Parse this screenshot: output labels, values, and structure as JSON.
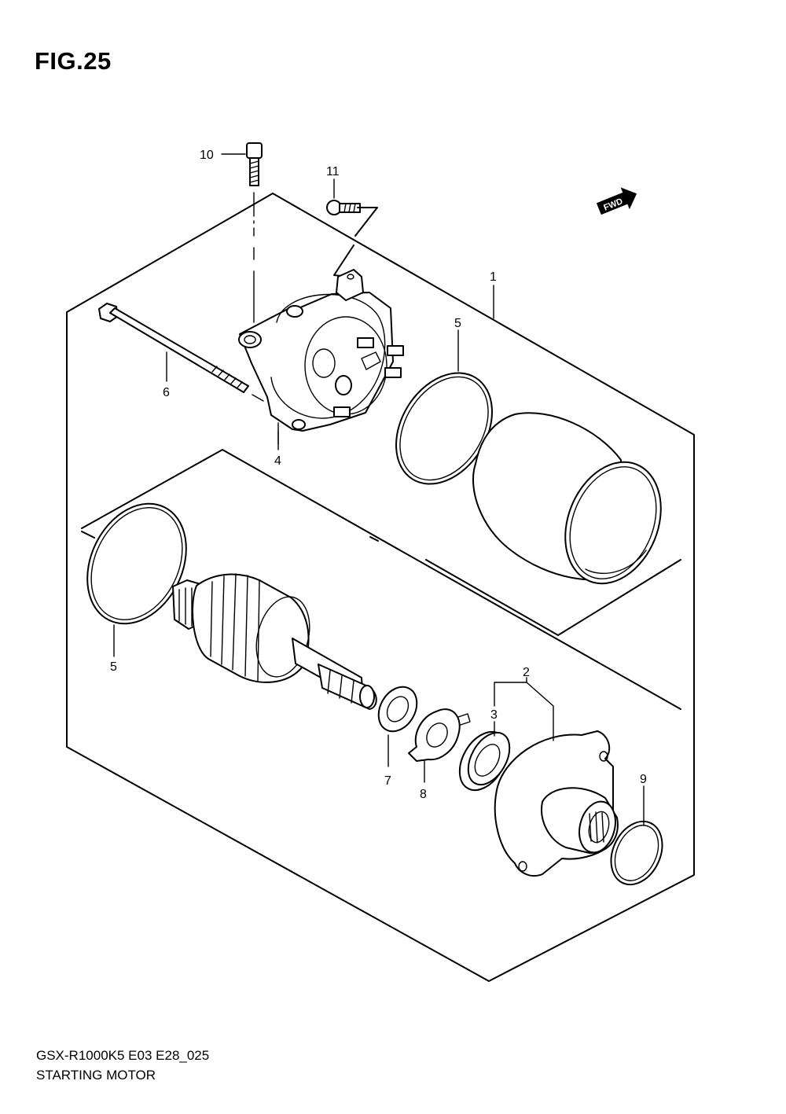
{
  "figure_title": "FIG.25",
  "footer": {
    "model_code": "GSX-R1000K5 E03 E28_025",
    "title": "STARTING MOTOR"
  },
  "fwd_badge": "FWD",
  "callouts": {
    "c1": "1",
    "c2": "2",
    "c3": "3",
    "c4": "4",
    "c5a": "5",
    "c5b": "5",
    "c6": "6",
    "c7": "7",
    "c8": "8",
    "c9": "9",
    "c10": "10",
    "c11": "11"
  }
}
